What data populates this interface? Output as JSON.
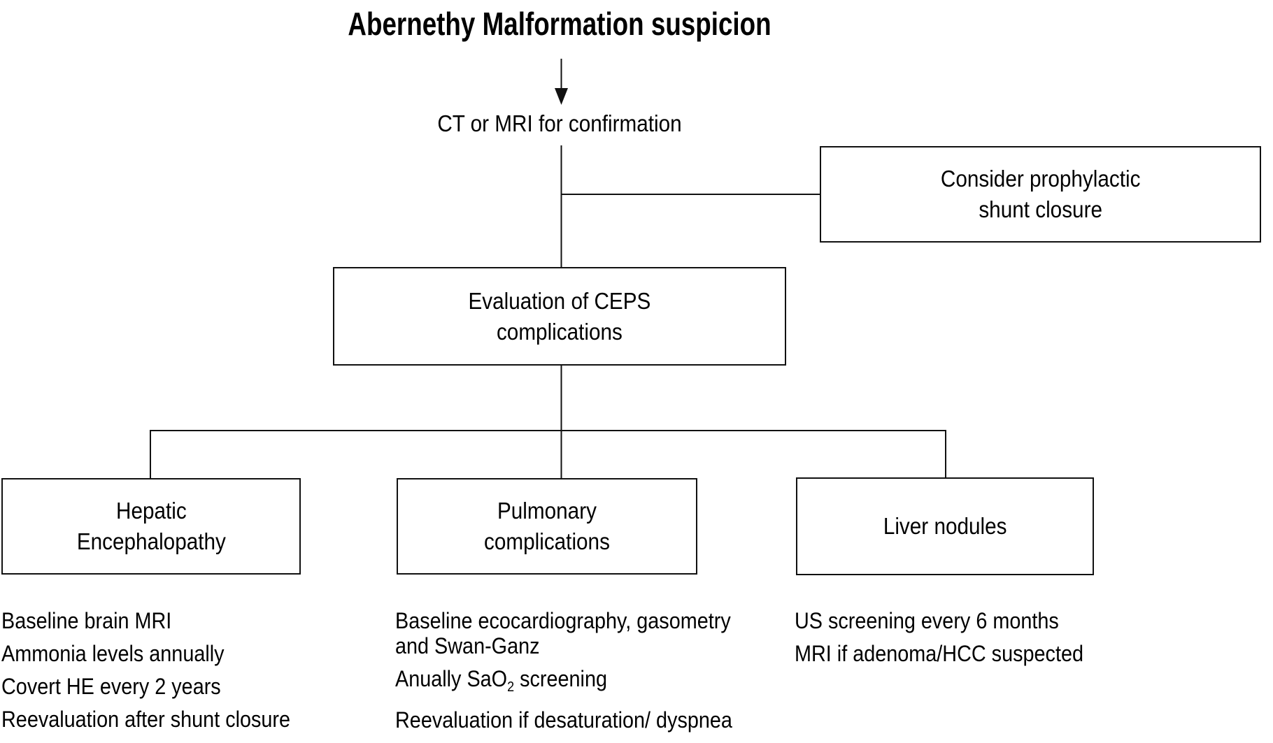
{
  "title": "Abernethy Malformation suspicion",
  "nodes": {
    "confirmation": "CT or MRI for confirmation",
    "prophylactic": {
      "line1": "Consider prophylactic",
      "line2": "shunt closure"
    },
    "ceps": {
      "line1": "Evaluation of CEPS",
      "line2": "complications"
    },
    "hepatic": {
      "line1": "Hepatic",
      "line2": "Encephalopathy"
    },
    "pulmonary": {
      "line1": "Pulmonary",
      "line2": "complications"
    },
    "liver": {
      "line1": "Liver nodules"
    }
  },
  "followups": {
    "hepatic": [
      "Baseline brain MRI",
      "Ammonia levels annually",
      "Covert HE every 2 years",
      "Reevaluation after shunt closure"
    ],
    "pulmonary": {
      "item1_line1": "Baseline ecocardiography, gasometry",
      "item1_line2": "and Swan-Ganz",
      "item2": {
        "pre": "Anually SaO",
        "sub": "2",
        "post": " screening"
      },
      "item3": "Reevaluation if desaturation/ dyspnea"
    },
    "liver": [
      "US screening every 6 months",
      "MRI if adenoma/HCC suspected"
    ]
  },
  "colors": {
    "line": "#111111",
    "text": "#000000",
    "background": "#ffffff"
  }
}
